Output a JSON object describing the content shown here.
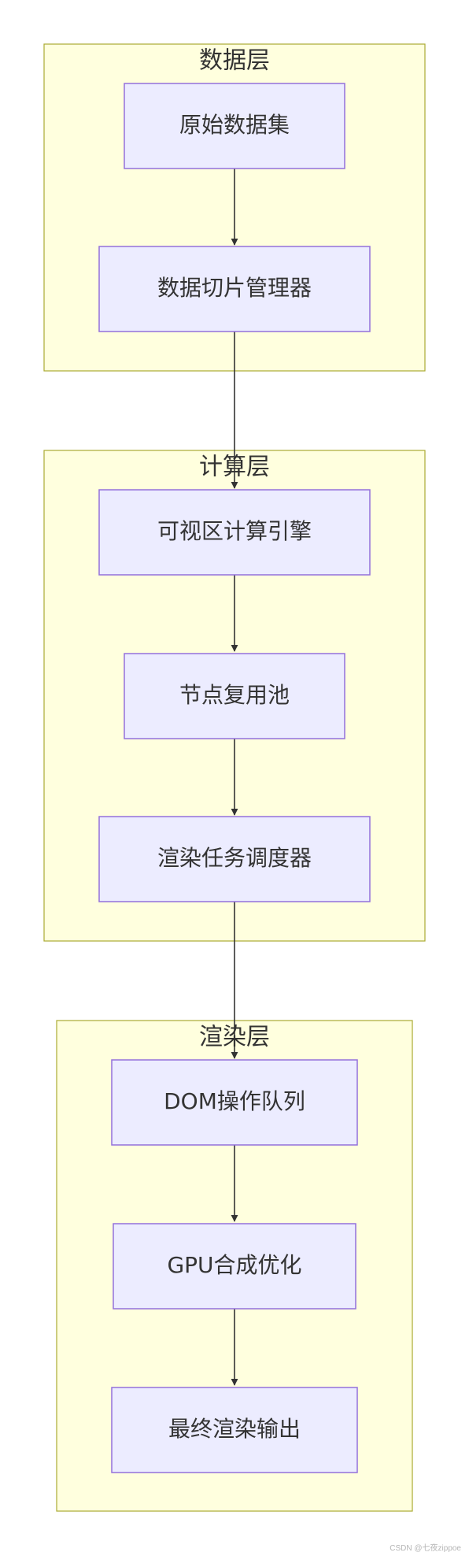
{
  "clusters": [
    {
      "title": "数据层",
      "nodes": [
        {
          "label": "原始数据集"
        },
        {
          "label": "数据切片管理器"
        }
      ]
    },
    {
      "title": "计算层",
      "nodes": [
        {
          "label": "可视区计算引擎"
        },
        {
          "label": "节点复用池"
        },
        {
          "label": "渲染任务调度器"
        }
      ]
    },
    {
      "title": "渲染层",
      "nodes": [
        {
          "label": "DOM操作队列"
        },
        {
          "label": "GPU合成优化"
        },
        {
          "label": "最终渲染输出"
        }
      ]
    }
  ],
  "edges": [
    {
      "from": "原始数据集",
      "to": "数据切片管理器"
    },
    {
      "from": "数据切片管理器",
      "to": "可视区计算引擎"
    },
    {
      "from": "可视区计算引擎",
      "to": "节点复用池"
    },
    {
      "from": "节点复用池",
      "to": "渲染任务调度器"
    },
    {
      "from": "渲染任务调度器",
      "to": "DOM操作队列"
    },
    {
      "from": "DOM操作队列",
      "to": "GPU合成优化"
    },
    {
      "from": "GPU合成优化",
      "to": "最终渲染输出"
    }
  ],
  "colors": {
    "cluster_fill": "#ffffde",
    "cluster_stroke": "#aaaa33",
    "node_fill": "#ececff",
    "node_stroke": "#9370db",
    "edge": "#333333"
  },
  "watermark": "CSDN @七夜zippoe"
}
